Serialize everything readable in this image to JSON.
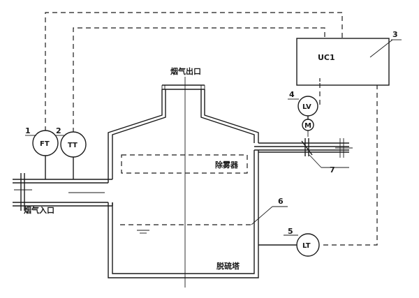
{
  "labels": {
    "flue_outlet": "烟气出口",
    "flue_inlet": "烟气入口",
    "demister": "除雾器",
    "tower": "脱硫塔",
    "controller": "UC1",
    "flow_transmitter": "FT",
    "temp_transmitter": "TT",
    "valve": "LV",
    "motor": "M",
    "level_transmitter": "LT"
  },
  "callouts": {
    "n1": "1",
    "n2": "2",
    "n3": "3",
    "n4": "4",
    "n5": "5",
    "n6": "6",
    "n7": "7"
  }
}
